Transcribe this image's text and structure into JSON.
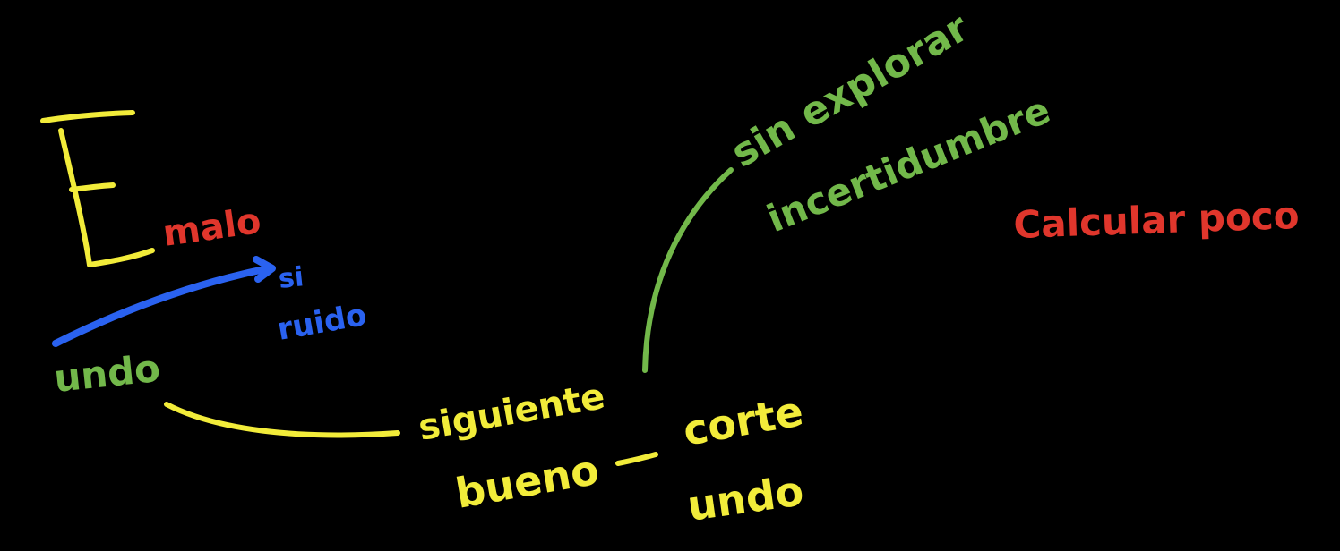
{
  "colors": {
    "background": "#000000",
    "yellow": "#f2ec3a",
    "red": "#e0362c",
    "green": "#72b84a",
    "blue": "#2a62f0"
  },
  "labels": {
    "big_letter": "E",
    "malo": "malo",
    "si_ruido": "si",
    "ruido": "ruido",
    "undo_left": "undo",
    "siguiente": "siguiente",
    "bueno": "bueno",
    "corte": "corte",
    "undo_bottom": "undo",
    "sin_explorar": "sin explorar",
    "incertidumbre": "incertidumbre",
    "calcular_poco": "Calcular poco"
  }
}
